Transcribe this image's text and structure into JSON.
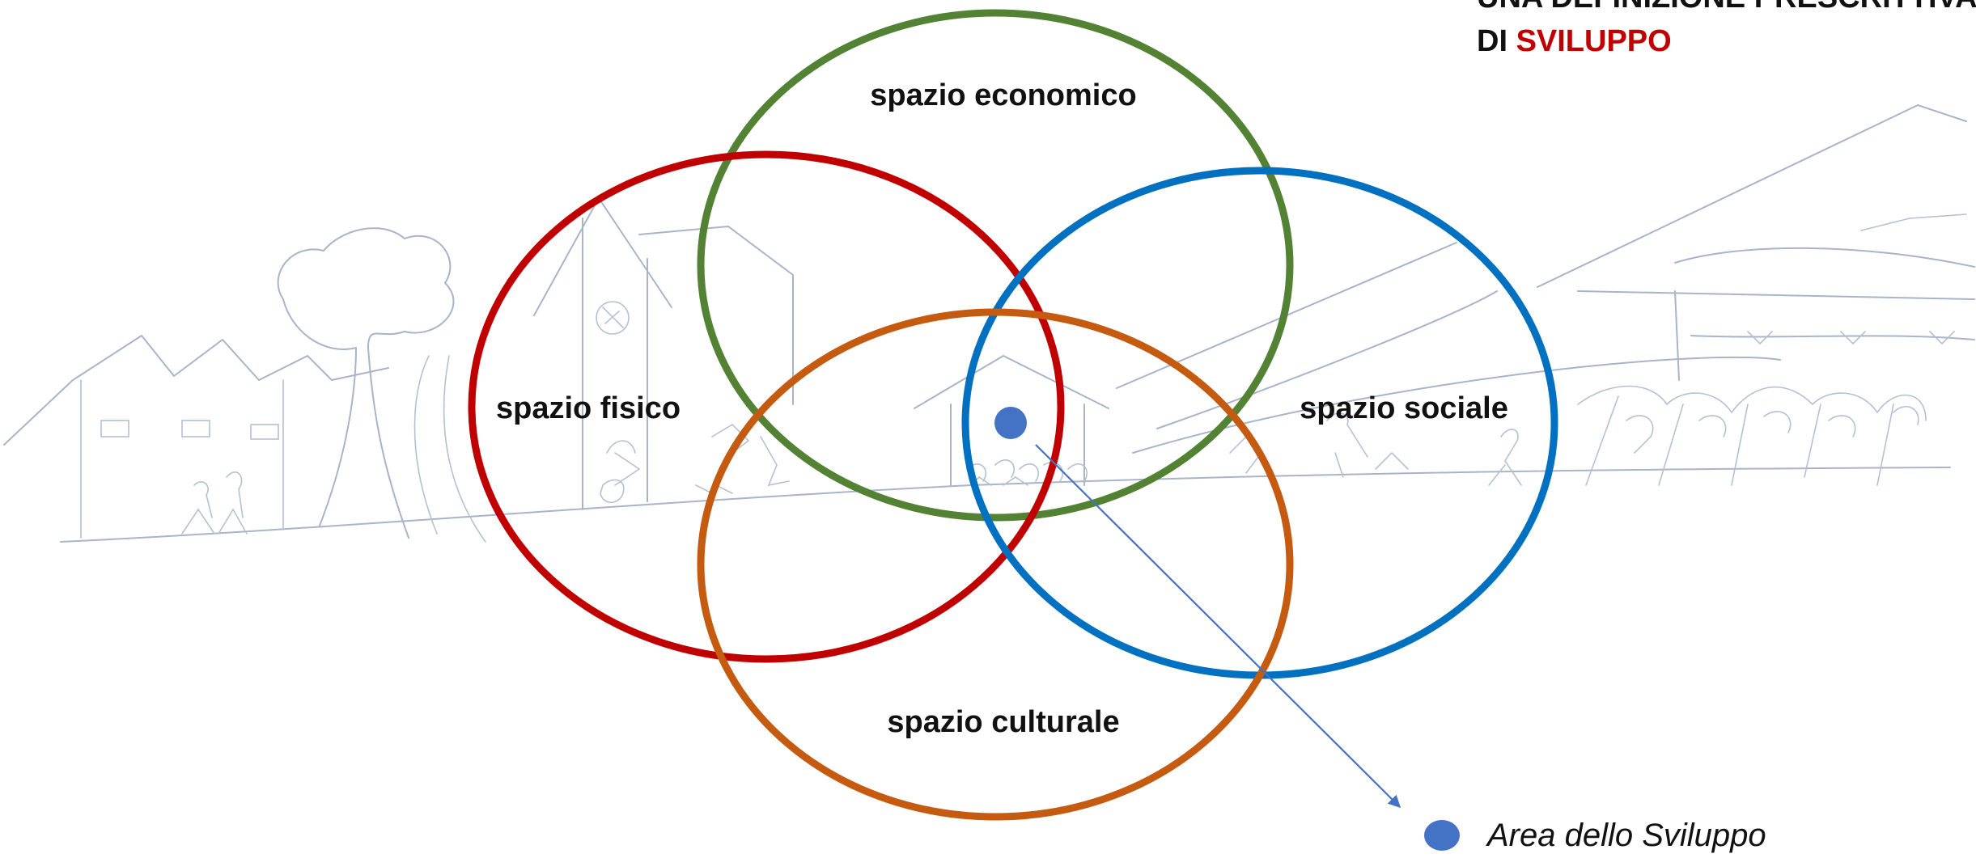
{
  "title": {
    "line1": "UNA DEFINIZIONE PRESCRITTIVA",
    "line2_prefix": "DI",
    "line2_accent": "SVILUPPO",
    "accent_color": "#c00000"
  },
  "circles": [
    {
      "label": "spazio economico",
      "color": "#548235"
    },
    {
      "label": "spazio fisico",
      "color": "#c00000"
    },
    {
      "label": "spazio sociale",
      "color": "#0070c0"
    },
    {
      "label": "spazio culturale",
      "color": "#c55a11"
    }
  ],
  "development_point": {
    "color": "#4472c4"
  },
  "legend": {
    "label": "Area dello Sviluppo",
    "marker_color": "#4472c4"
  },
  "background_sketch": {
    "description_icon": "town-landscape-sketch",
    "color": "#a9b4c8"
  }
}
